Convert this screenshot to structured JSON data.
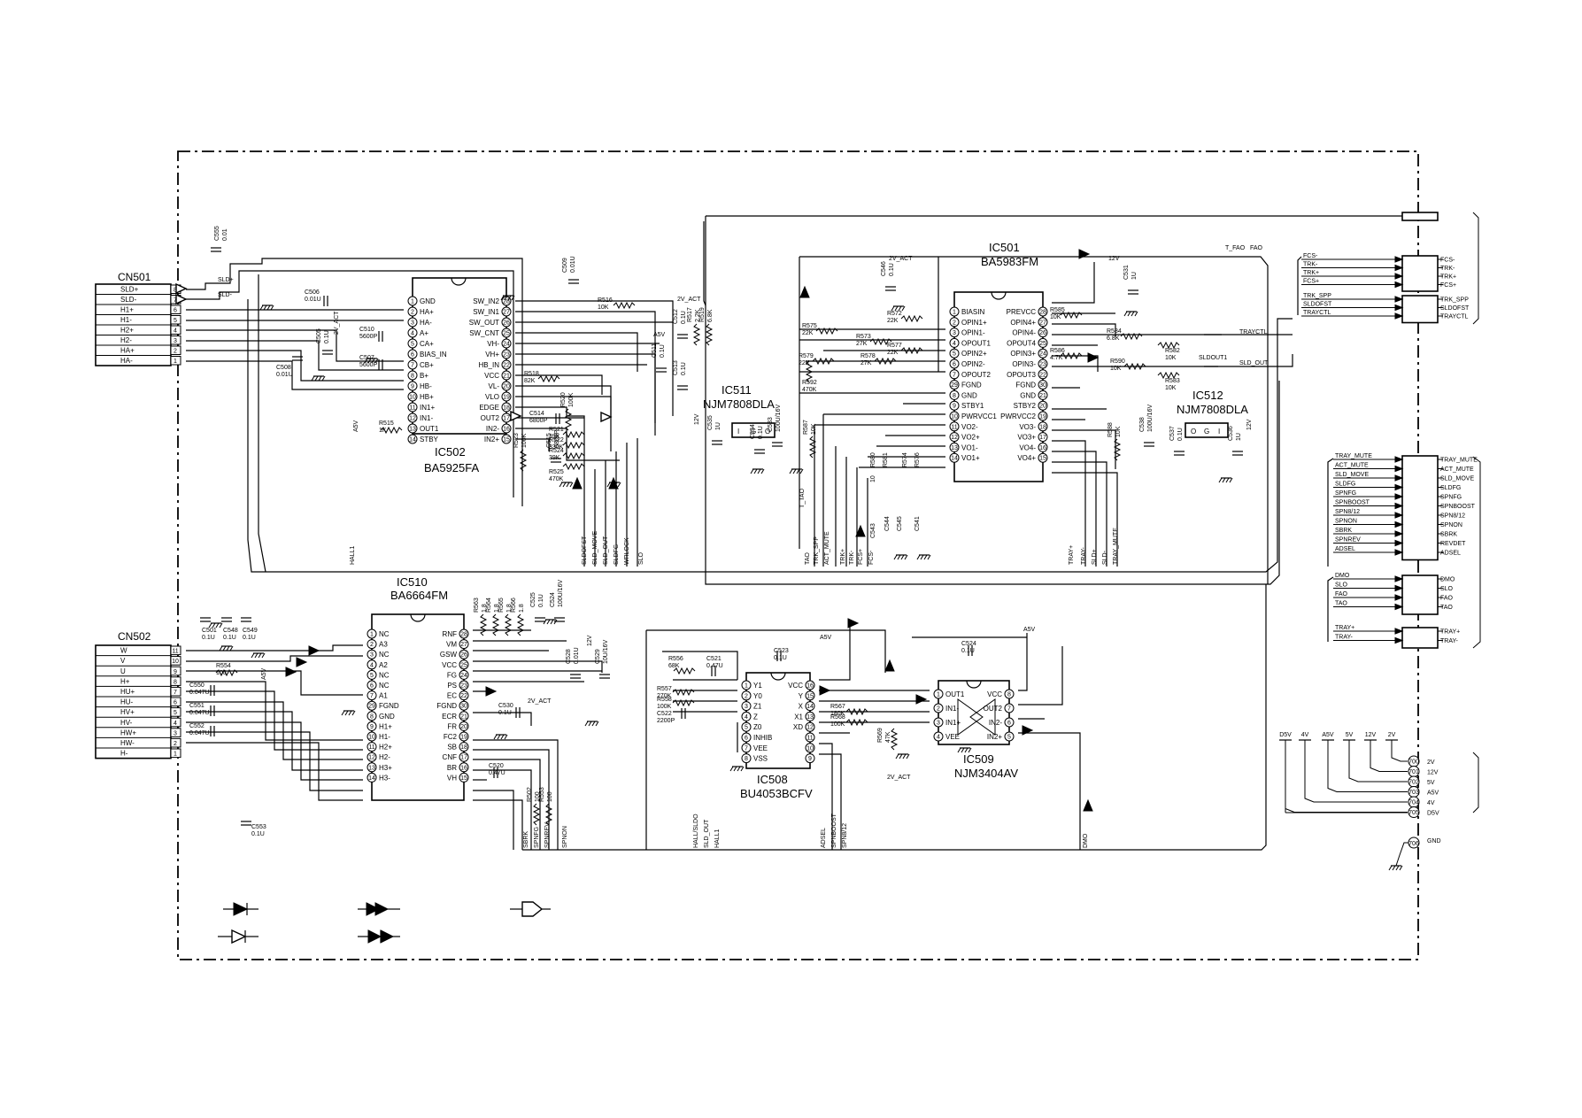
{
  "connectors": {
    "cn501": {
      "name": "CN501",
      "rows": [
        {
          "label": "SLD+",
          "pin": "8"
        },
        {
          "label": "SLD-",
          "pin": "7"
        },
        {
          "label": "H1+",
          "pin": "6"
        },
        {
          "label": "H1-",
          "pin": "5"
        },
        {
          "label": "H2+",
          "pin": "4"
        },
        {
          "label": "H2-",
          "pin": "3"
        },
        {
          "label": "HA+",
          "pin": "2"
        },
        {
          "label": "HA-",
          "pin": "1"
        }
      ]
    },
    "cn502": {
      "name": "CN502",
      "rows": [
        {
          "label": "W",
          "pin": "11"
        },
        {
          "label": "V",
          "pin": "10"
        },
        {
          "label": "U",
          "pin": "9"
        },
        {
          "label": "H+",
          "pin": "8"
        },
        {
          "label": "HU+",
          "pin": "7"
        },
        {
          "label": "HU-",
          "pin": "6"
        },
        {
          "label": "HV+",
          "pin": "5"
        },
        {
          "label": "HV-",
          "pin": "4"
        },
        {
          "label": "HW+",
          "pin": "3"
        },
        {
          "label": "HW-",
          "pin": "2"
        },
        {
          "label": "H-",
          "pin": "1"
        }
      ]
    }
  },
  "ics": {
    "ic502": {
      "ref": "IC502",
      "part": "BA5925FA",
      "left": [
        {
          "n": "1",
          "name": "GND"
        },
        {
          "n": "2",
          "name": "HA+"
        },
        {
          "n": "3",
          "name": "HA-"
        },
        {
          "n": "4",
          "name": "A+"
        },
        {
          "n": "5",
          "name": "CA+"
        },
        {
          "n": "6",
          "name": "BIAS_IN"
        },
        {
          "n": "7",
          "name": "CB+"
        },
        {
          "n": "8",
          "name": "B+"
        },
        {
          "n": "9",
          "name": "HB-"
        },
        {
          "n": "10",
          "name": "HB+"
        },
        {
          "n": "11",
          "name": "IN1+"
        },
        {
          "n": "12",
          "name": "IN1-"
        },
        {
          "n": "13",
          "name": "OUT1"
        },
        {
          "n": "14",
          "name": "STBY"
        }
      ],
      "right": [
        {
          "n": "28",
          "name": "SW_IN2"
        },
        {
          "n": "27",
          "name": "SW_IN1"
        },
        {
          "n": "26",
          "name": "SW_OUT"
        },
        {
          "n": "25",
          "name": "SW_CNT"
        },
        {
          "n": "24",
          "name": "VH-"
        },
        {
          "n": "23",
          "name": "VH+"
        },
        {
          "n": "22",
          "name": "HB_IN"
        },
        {
          "n": "21",
          "name": "VCC"
        },
        {
          "n": "20",
          "name": "VL-"
        },
        {
          "n": "19",
          "name": "VLO"
        },
        {
          "n": "18",
          "name": "EDGE"
        },
        {
          "n": "17",
          "name": "OUT2"
        },
        {
          "n": "16",
          "name": "IN2-"
        },
        {
          "n": "15",
          "name": "IN2+"
        }
      ]
    },
    "ic501": {
      "ref": "IC501",
      "part": "BA5983FM",
      "left": [
        {
          "n": "1",
          "name": "BIASIN"
        },
        {
          "n": "2",
          "name": "OPIN1+"
        },
        {
          "n": "3",
          "name": "OPIN1-"
        },
        {
          "n": "4",
          "name": "OPOUT1"
        },
        {
          "n": "5",
          "name": "OPIN2+"
        },
        {
          "n": "6",
          "name": "OPIN2-"
        },
        {
          "n": "7",
          "name": "OPOUT2"
        },
        {
          "n": "29",
          "name": "FGND"
        },
        {
          "n": "8",
          "name": "GND"
        },
        {
          "n": "9",
          "name": "STBY1"
        },
        {
          "n": "10",
          "name": "PWRVCC1"
        },
        {
          "n": "11",
          "name": "VO2-"
        },
        {
          "n": "12",
          "name": "VO2+"
        },
        {
          "n": "13",
          "name": "VO1-"
        },
        {
          "n": "14",
          "name": "VO1+"
        }
      ],
      "right": [
        {
          "n": "28",
          "name": "PREVCC"
        },
        {
          "n": "27",
          "name": "OPIN4+"
        },
        {
          "n": "26",
          "name": "OPIN4-"
        },
        {
          "n": "25",
          "name": "OPOUT4"
        },
        {
          "n": "24",
          "name": "OPIN3+"
        },
        {
          "n": "23",
          "name": "OPIN3-"
        },
        {
          "n": "22",
          "name": "OPOUT3"
        },
        {
          "n": "30",
          "name": "FGND"
        },
        {
          "n": "21",
          "name": "GND"
        },
        {
          "n": "20",
          "name": "STBY2"
        },
        {
          "n": "19",
          "name": "PWRVCC2"
        },
        {
          "n": "18",
          "name": "VO3-"
        },
        {
          "n": "17",
          "name": "VO3+"
        },
        {
          "n": "16",
          "name": "VO4-"
        },
        {
          "n": "15",
          "name": "VO4+"
        }
      ]
    },
    "ic510": {
      "ref": "IC510",
      "part": "BA6664FM",
      "left": [
        {
          "n": "1",
          "name": "NC"
        },
        {
          "n": "2",
          "name": "A3"
        },
        {
          "n": "3",
          "name": "NC"
        },
        {
          "n": "4",
          "name": "A2"
        },
        {
          "n": "5",
          "name": "NC"
        },
        {
          "n": "6",
          "name": "NC"
        },
        {
          "n": "7",
          "name": "A1"
        },
        {
          "n": "29",
          "name": "FGND"
        },
        {
          "n": "8",
          "name": "GND"
        },
        {
          "n": "9",
          "name": "H1+"
        },
        {
          "n": "10",
          "name": "H1-"
        },
        {
          "n": "11",
          "name": "H2+"
        },
        {
          "n": "12",
          "name": "H2-"
        },
        {
          "n": "13",
          "name": "H3+"
        },
        {
          "n": "14",
          "name": "H3-"
        }
      ],
      "right": [
        {
          "n": "28",
          "name": "RNF"
        },
        {
          "n": "27",
          "name": "VM"
        },
        {
          "n": "26",
          "name": "GSW"
        },
        {
          "n": "25",
          "name": "VCC"
        },
        {
          "n": "24",
          "name": "FG"
        },
        {
          "n": "23",
          "name": "PS"
        },
        {
          "n": "22",
          "name": "EC"
        },
        {
          "n": "30",
          "name": "FGND"
        },
        {
          "n": "21",
          "name": "ECR"
        },
        {
          "n": "20",
          "name": "FR"
        },
        {
          "n": "19",
          "name": "FC2"
        },
        {
          "n": "18",
          "name": "SB"
        },
        {
          "n": "17",
          "name": "CNF"
        },
        {
          "n": "16",
          "name": "BR"
        },
        {
          "n": "15",
          "name": "VH"
        }
      ]
    },
    "ic508": {
      "ref": "IC508",
      "part": "BU4053BCFV",
      "left": [
        {
          "n": "1",
          "name": "Y1"
        },
        {
          "n": "2",
          "name": "Y0"
        },
        {
          "n": "3",
          "name": "Z1"
        },
        {
          "n": "4",
          "name": "Z"
        },
        {
          "n": "5",
          "name": "Z0"
        },
        {
          "n": "6",
          "name": "INHIB"
        },
        {
          "n": "7",
          "name": "VEE"
        },
        {
          "n": "8",
          "name": "VSS"
        }
      ],
      "right": [
        {
          "n": "16",
          "name": "VCC"
        },
        {
          "n": "15",
          "name": "Y"
        },
        {
          "n": "14",
          "name": "X"
        },
        {
          "n": "13",
          "name": "X1"
        },
        {
          "n": "12",
          "name": "XD"
        },
        {
          "n": "11",
          "name": ""
        },
        {
          "n": "10",
          "name": ""
        },
        {
          "n": "9",
          "name": ""
        }
      ]
    },
    "ic509": {
      "ref": "IC509",
      "part": "NJM3404AV",
      "left": [
        {
          "n": "1",
          "name": "OUT1"
        },
        {
          "n": "2",
          "name": "IN1-"
        },
        {
          "n": "3",
          "name": "IN1+"
        },
        {
          "n": "4",
          "name": "VEE"
        }
      ],
      "right": [
        {
          "n": "8",
          "name": "VCC"
        },
        {
          "n": "7",
          "name": "OUT2"
        },
        {
          "n": "6",
          "name": "IN2-"
        },
        {
          "n": "5",
          "name": "IN2+"
        }
      ]
    },
    "ic511": {
      "ref": "IC511",
      "part": "NJM7808DLA",
      "pins": [
        "I",
        "G",
        "O"
      ]
    },
    "ic512": {
      "ref": "IC512",
      "part": "NJM7808DLA",
      "pins": [
        "O",
        "G",
        "I"
      ]
    }
  },
  "components": {
    "c555": "C555",
    "c555v": "0.01",
    "sldp": "SLD+",
    "sldm": "SLD-",
    "c506": "C506",
    "c506v": "0.01U",
    "c508": "C508",
    "c508v": "0.01U",
    "c505": "C505",
    "c505v": "0.1U",
    "c510": "C510",
    "c510v": "5600P",
    "c507": "C507",
    "c507v": "5600P",
    "act2v": "2V_ACT",
    "r515": "R515",
    "r515v": "1K",
    "a5v": "A5V",
    "c509": "C509",
    "c509v": "0.01U",
    "r516": "R516",
    "r516v": "10K",
    "r518": "R518",
    "r518v": "82K",
    "c514": "C514",
    "c514v": "6800P",
    "r520": "R520",
    "r520v": "100K",
    "r521": "R521",
    "r521v": "39K",
    "r522": "R522",
    "r522v": "330K",
    "r524": "R524",
    "r524v": "39K",
    "r525": "R525",
    "r525v": "470K",
    "r523": "R523",
    "r523v": "100K",
    "c515": "C515",
    "c515v": "6800P",
    "c511": "C511",
    "c511v": "0.1U",
    "c512": "C512",
    "c512v": "0.1U",
    "r517": "R517",
    "r517v": "2.2K",
    "r519": "R519",
    "r519v": "6.8K",
    "c513": "C513",
    "c513v": "0.1U",
    "c535": "C535",
    "c535v": "1U",
    "c534": "C534",
    "c534v": "0.1U",
    "c533": "C533",
    "c533v": "100U/16V",
    "r587": "R587",
    "r587v": "10K",
    "tao": "T_TAO",
    "v12": "12V",
    "r575": "R575",
    "r575v": "22K",
    "r573": "R573",
    "r573v": "27K",
    "r572": "R572",
    "r572v": "22K",
    "r577": "R577",
    "r577v": "22K",
    "r579": "R579",
    "r579v": "22K",
    "r578": "R578",
    "r578v": "27K",
    "r592": "R592",
    "r592v": "470K",
    "c546": "C546",
    "c546v": "0.1U",
    "r580": "R580",
    "r581": "R581",
    "r574": "R574",
    "r576": "R576",
    "r10": "10",
    "c544": "C544",
    "c545": "C545",
    "c541": "C541",
    "c543": "C543",
    "c01u": "0.1U",
    "r585": "R585",
    "r585v": "10K",
    "r584": "R584",
    "r584v": "6.8K",
    "r582": "R582",
    "r582v": "10K",
    "r586": "R586",
    "r586v": "4.7K",
    "r590": "R590",
    "r590v": "10K",
    "r583": "R583",
    "r583v": "10K",
    "c531": "C531",
    "c531v": "1U",
    "tfao": "T_FAO",
    "fao": "FAO",
    "trayctl": "TRAYCTL",
    "sldout1": "SLDOUT1",
    "sldout": "SLD_OUT",
    "r588": "R588",
    "r588v": "10K",
    "c538": "C538",
    "c538v": "100U/16V",
    "c537": "C537",
    "c537v": "0.1U",
    "c536": "C536",
    "c536v": "1U",
    "r563": "R563",
    "r564": "R564",
    "r565": "R565",
    "r566": "R566",
    "r18": "1.8",
    "c525": "C525",
    "c524v2": "C524",
    "c524v2v": "100U/16V",
    "c501": "C501",
    "c548": "C548",
    "c549": "C549",
    "c01u2": "0.1U",
    "r554": "R554",
    "r554v": "100",
    "c550": "C550",
    "c551": "C551",
    "c552": "C552",
    "c047": "0.047U",
    "c553": "C553",
    "c553v": "0.1U",
    "c530": "C530",
    "c530v": "0.1U",
    "c528": "C528",
    "c528v": "0.01U",
    "c529": "C529",
    "c529v": "10U/16V",
    "c520": "C520",
    "c520v": "0.47U",
    "r502": "R502",
    "r553": "R553",
    "r100": "100",
    "r556": "R556",
    "r556v": "68K",
    "c521": "C521",
    "c521v": "0.47U",
    "r557": "R557",
    "r557v": "270K",
    "r558": "R558",
    "r558v": "100K",
    "c522": "C522",
    "c522v": "2200P",
    "c523": "C523",
    "c523v": "0.1U",
    "r567": "R567",
    "r567v": "180K",
    "r568": "R568",
    "r568v": "100K",
    "r569": "R569",
    "r569v": "47K",
    "c524": "C524",
    "c524v": "0.1U"
  },
  "net_labels": {
    "hall1": "HALL1",
    "sldofst": "SLDOFST",
    "sldmove": "SLD_MOVE",
    "sldout": "SLD_OUT",
    "sldfg": "SLDFG",
    "wrlock": "WRLOCK",
    "slo": "SLO",
    "tao": "TAO",
    "trkspp": "TRK_SPP",
    "actmute": "ACT_MUTE",
    "trkp": "TRK+",
    "trkm": "TRK-",
    "fcsp": "FCS+",
    "fcsm": "FCS-",
    "trayp": "TRAY+",
    "traym": "TRAY-",
    "sldp": "SLD+",
    "traymute": "TRAY_MUTE",
    "sbrk": "SBRK",
    "spnfg": "SPNFG",
    "spnrev": "SPNREV",
    "spnon": "SPNON",
    "hallsldo": "HALL/SLDO",
    "sldout2": "SLD_OUT",
    "hall1b": "HALL1",
    "adsel": "ADSEL",
    "spnboost": "SPNBOOST",
    "spn812": "SPN8/12",
    "dmo": "DMO",
    "act2v": "2V_ACT"
  },
  "right_bus": {
    "group1_in": [
      "FCS-",
      "TRK-",
      "TRK+",
      "FCS+"
    ],
    "group1_out": [
      "FCS-",
      "TRK-",
      "TRK+",
      "FCS+"
    ],
    "group2_in": [
      "TRK_SPP",
      "SLDOFST",
      "TRAYCTL"
    ],
    "group2_out": [
      "TRK_SPP",
      "SLDOFST",
      "TRAYCTL"
    ],
    "group3_in": [
      "TRAY_MUTE",
      "ACT_MUTE",
      "SLD_MOVE",
      "SLDFG",
      "SPNFG",
      "SPNBOOST",
      "SPN8/12",
      "SPNON",
      "SBRK",
      "SPNREV",
      "ADSEL"
    ],
    "group3_out": [
      "TRAY_MUTE",
      "ACT_MUTE",
      "SLD_MOVE",
      "SLDFG",
      "SPNFG",
      "SPNBOOST",
      "SPN8/12",
      "SPNON",
      "SBRK",
      "REVDET",
      "ADSEL"
    ],
    "group4_in": [
      "DMO",
      "SLO",
      "FAO",
      "TAO"
    ],
    "group4_out": [
      "DMO",
      "SLO",
      "FAO",
      "TAO"
    ],
    "group5_in": [
      "TRAY+",
      "TRAY-"
    ],
    "group5_out": [
      "TRAY+",
      "TRAY-"
    ]
  },
  "power": {
    "rails": [
      "D5V",
      "4V",
      "A5V",
      "5V",
      "12V",
      "2V"
    ],
    "pins": [
      {
        "n": "700",
        "label": "2V"
      },
      {
        "n": "701",
        "label": "12V"
      },
      {
        "n": "702",
        "label": "5V"
      },
      {
        "n": "703",
        "label": "A5V"
      },
      {
        "n": "704",
        "label": "4V"
      },
      {
        "n": "705",
        "label": "D5V"
      }
    ],
    "gnd_pin": "706",
    "gnd_label": "GND"
  },
  "colors": {
    "ink": "#000000",
    "paper": "#ffffff"
  }
}
